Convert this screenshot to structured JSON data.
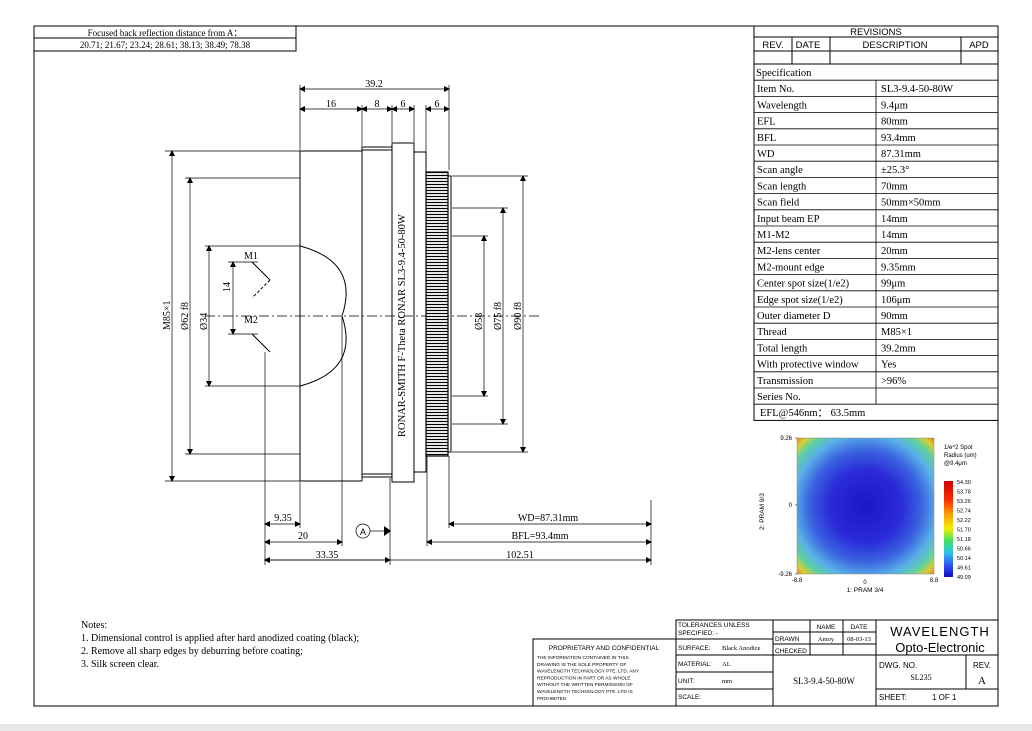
{
  "focus_box": {
    "title": "Focused back reflection distance from A：",
    "values": "20.71; 21.67;  23.24;  28.61;  38.13;  38.49;  78.38"
  },
  "dimensions": {
    "total": "39.2",
    "d16": "16",
    "d8": "8",
    "d6a": "6",
    "d6b": "6",
    "m85": "M85×1",
    "d62": "Ø62 f8",
    "d34": "Ø34",
    "d14": "14",
    "m1": "M1",
    "m2": "M2",
    "d58": "Ø58",
    "d75": "Ø75 f8",
    "d90": "Ø90 f8",
    "d935": "9.35",
    "d20": "20",
    "d3335": "33.35",
    "wd": "WD=87.31mm",
    "bfl": "BFL=93.4mm",
    "d10251": "102.51",
    "datum": "A"
  },
  "lens_label": "RONAR-SMITH F-Theta RONAR  SL3-9.4-50-80W",
  "revisions": {
    "title": "REVISIONS",
    "headers": [
      "REV.",
      "DATE",
      "DESCRIPTION",
      "APD"
    ]
  },
  "spec": {
    "title": "Specification",
    "rows": [
      [
        "Item No.",
        "SL3-9.4-50-80W"
      ],
      [
        "Wavelength",
        "9.4μm"
      ],
      [
        "EFL",
        "80mm"
      ],
      [
        "BFL",
        "93.4mm"
      ],
      [
        "WD",
        "87.31mm"
      ],
      [
        "Scan angle",
        "±25.3°"
      ],
      [
        "Scan length",
        "70mm"
      ],
      [
        "Scan field",
        "50mm×50mm"
      ],
      [
        "Input beam EP",
        "14mm"
      ],
      [
        "M1-M2",
        "14mm"
      ],
      [
        "M2-lens center",
        "20mm"
      ],
      [
        "M2-mount edge",
        "9.35mm"
      ],
      [
        "Center spot size(1/e2)",
        "99μm"
      ],
      [
        "Edge spot size(1/e2)",
        "106μm"
      ],
      [
        "Outer diameter D",
        "90mm"
      ],
      [
        "Thread",
        "M85×1"
      ],
      [
        "Total length",
        "39.2mm"
      ],
      [
        "With protective window",
        "Yes"
      ],
      [
        "Transmission",
        ">96%"
      ],
      [
        "Series No.",
        ""
      ]
    ],
    "efl546": "EFL@546nm： 63.5mm"
  },
  "heatmap": {
    "y_top": "9.26",
    "y_mid": "0",
    "y_bottom": "-9.26",
    "x_left": "-8.8",
    "x_mid": "0",
    "x_right": "8.8",
    "xlabel": "1: PRAM 3/4",
    "ylabel": "2: PRAM 9/3",
    "legend_title_1": "1/e^2 Spot",
    "legend_title_2": "Radius (um)",
    "legend_title_3": "@9.4μm",
    "scale": [
      "54.30",
      "53.78",
      "53.26",
      "52.74",
      "52.22",
      "51.70",
      "51.18",
      "50.66",
      "50.14",
      "49.61",
      "49.09"
    ]
  },
  "notes": {
    "title": "Notes:",
    "items": [
      "1. Dimensional control is applied after hard anodized coating (black);",
      "2. Remove all sharp edges by deburring before coating;",
      "3. Silk screen clear."
    ]
  },
  "title_block": {
    "proprietary_title": "PROPRIETARY AND CONFIDENTIAL",
    "proprietary_text": [
      "THE INFORMATION CONTAINED IN THIS",
      "DRAWING IS THE SOLE PROPERTY OF",
      "WAVELENGTH TECHNOLOGY PTE. LTD. ANY",
      "REPRODUCTION IN PART OR AS WHOLE",
      "WITHOUT THE WRITTEN PERMISSION OF",
      "WAVELENGTH TECHNOLOGY PTE. LTD IS",
      "PROHIBITED"
    ],
    "tolerances": "TOLERANCES UNLESS",
    "specified": "SPECIFIED:  -",
    "surface_label": "SURFACE:",
    "surface_value": "Black Anodize",
    "material_label": "MATERIAL:",
    "material_value": "AL",
    "unit_label": "UNIT:",
    "unit_value": "mm",
    "scale_label": "SCALE:",
    "name_header": "NAME",
    "date_header": "DATE",
    "drawn_label": "DRAWN",
    "drawn_name": "Amoy",
    "drawn_date": "08-03-13",
    "checked_label": "CHECKED",
    "part_no": "SL3-9.4-50-80W",
    "company_1": "WAVELENGTH",
    "company_2": "Opto-Electronic",
    "dwg_label": "DWG. NO.",
    "dwg_value": "SL235",
    "rev_label": "REV.",
    "rev_value": "A",
    "sheet_label": "SHEET:",
    "sheet_value": "1   OF   1"
  },
  "colors": {
    "line": "#000000",
    "heat_low": "#1010d0",
    "heat_high": "#e01010"
  }
}
